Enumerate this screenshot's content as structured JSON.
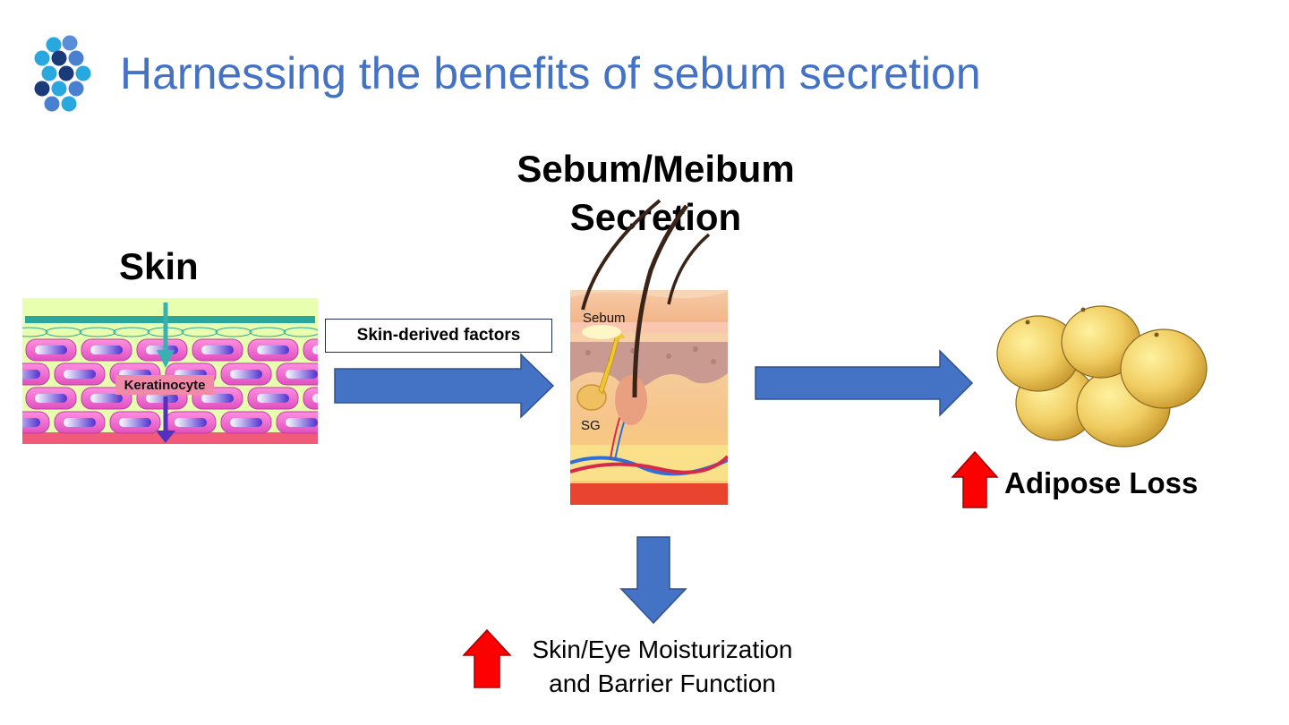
{
  "slide": {
    "title": "Harnessing the benefits of sebum secretion"
  },
  "diagram": {
    "skin_label": "Skin",
    "keratinocyte_label": "Keratinocyte",
    "factors_label": "Skin-derived factors",
    "secretion_label_line1": "Sebum/Meibum",
    "secretion_label_line2": "Secretion",
    "sebum_label": "Sebum",
    "sg_label": "SG",
    "adipose_label": "Adipose Loss",
    "moisturization_line1": "Skin/Eye Moisturization",
    "moisturization_line2": "and Barrier Function"
  },
  "colors": {
    "title_blue": "#4472C4",
    "arrow_blue": "#4472C4",
    "up_red": "#FF0000"
  }
}
